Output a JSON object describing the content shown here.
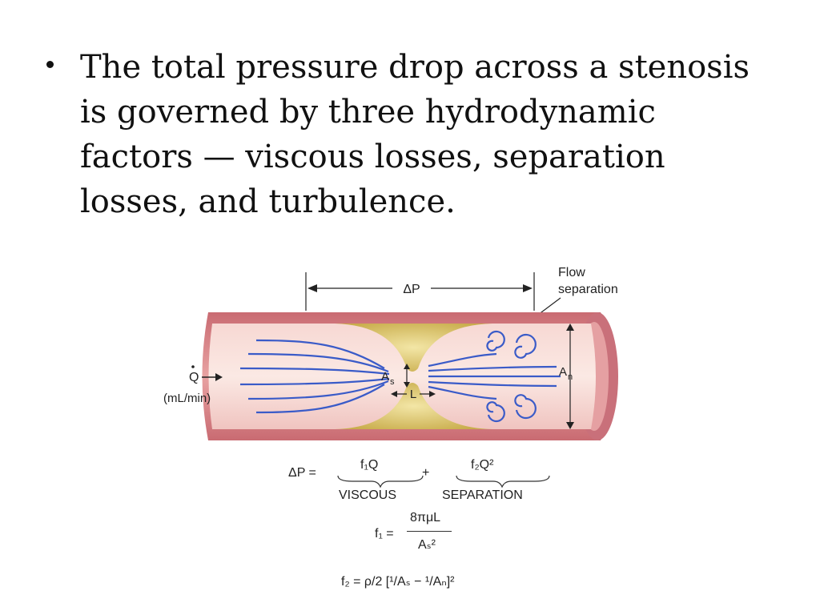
{
  "slide": {
    "bullet_text": "The total pressure drop across a stenosis is governed by three hydrodynamic factors — viscous losses, separation losses, and turbulence."
  },
  "figure": {
    "flow_separation_label_1": "Flow",
    "flow_separation_label_2": "separation",
    "delta_p_label": "ΔP",
    "q_label": "Q",
    "q_units": "(mL/min)",
    "as_label": "A",
    "as_sub": "s",
    "an_label": "A",
    "an_sub": "n",
    "l_label": "L",
    "colors": {
      "vessel_wall": "#d9868a",
      "vessel_inner": "#f2c6c2",
      "plaque": "#d8c470",
      "flow_lines": "#3a5bc8"
    }
  },
  "equations": {
    "dp_prefix": "ΔP =",
    "viscous_term": "f₁Q",
    "plus": "+",
    "separation_term": "f₂Q²",
    "viscous_label": "VISCOUS",
    "separation_label": "SEPARATION",
    "f1_prefix": "f₁ =",
    "f1_numerator": "8πμL",
    "f1_denominator": "Aₛ²",
    "f2_text": "f₂ = ρ/2 [¹/Aₛ − ¹/Aₙ]²"
  }
}
